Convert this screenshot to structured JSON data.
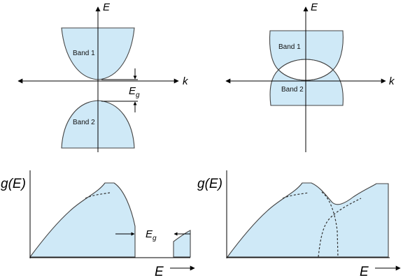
{
  "colors": {
    "band_fill": "#cfe9f7",
    "outline": "#444444",
    "axis": "#000000"
  },
  "top_left": {
    "energy_axis": "E",
    "k_axis": "k",
    "band1": "Band 1",
    "band2": "Band 2",
    "gap_symbol": "E",
    "gap_subscript": "g"
  },
  "top_right": {
    "energy_axis": "E",
    "k_axis": "k",
    "band1": "Band 1",
    "band2": "Band 2"
  },
  "bottom_left": {
    "y_label": "g(E)",
    "x_label": "E",
    "gap_symbol": "E",
    "gap_subscript": "g"
  },
  "bottom_right": {
    "y_label": "g(E)",
    "x_label": "E"
  }
}
